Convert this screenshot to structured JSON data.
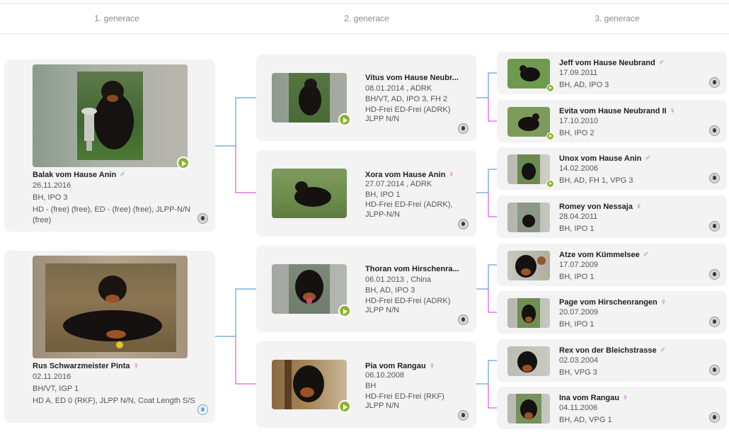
{
  "generations": [
    "1. generace",
    "2. generace",
    "3. generace"
  ],
  "colors": {
    "male": "#3a8fd0",
    "female": "#d13ad8",
    "play": "#8ab42c",
    "card": "#f3f3f3"
  },
  "icons": {
    "play": "play-icon",
    "club": "club-badge-icon",
    "male": "male-symbol-icon",
    "female": "female-symbol-icon"
  },
  "gen1": [
    {
      "name": "Balak vom Hause Anin",
      "sex": "♂",
      "date": "26.11.2016",
      "titles": "BH, IPO 3",
      "health": "HD - (free) (free), ED - (free) (free), JLPP-N/N (free)"
    },
    {
      "name": "Rus Schwarzmeister Pinta",
      "sex": "♀",
      "date": "02.11.2016",
      "titles": "BH/VT, IGP 1",
      "health": "HD A, ED 0 (RKF), JLPP N/N, Coat Length S/S"
    }
  ],
  "gen2": [
    {
      "name": "Vitus vom Hause Neubr...",
      "sex": "",
      "date": "08.01.2014 , ADRK",
      "titles": "BH/VT, AD, IPO 3, FH 2",
      "health": "HD-Frei ED-Frei (ADRK)",
      "jlpp": "JLPP N/N"
    },
    {
      "name": "Xora vom Hause Anin",
      "sex": "♀",
      "date": "27.07.2014 , ADRK",
      "titles": "BH, IPO 1",
      "health": "HD-Frei ED-Frei (ADRK), JLPP-N/N"
    },
    {
      "name": "Thoran vom Hirschenra...",
      "sex": "",
      "date": "06.01.2013 , China",
      "titles": "BH, AD, IPO 3",
      "health": "HD-Frei ED-Frei (ADRK)",
      "jlpp": "JLPP N/N"
    },
    {
      "name": "Pia vom Rangau",
      "sex": "♀",
      "date": "06.10.2008",
      "titles": "BH",
      "health": "HD-Frei ED-Frei (RKF)",
      "jlpp": "JLPP N/N"
    }
  ],
  "gen3": [
    {
      "name": "Jeff vom Hause Neubrand",
      "sex": "♂",
      "date": "17.09.2011",
      "titles": "BH, AD, IPO 3"
    },
    {
      "name": "Evita vom Hause Neubrand II",
      "sex": "♀",
      "date": "17.10.2010",
      "titles": "BH, IPO 2"
    },
    {
      "name": "Unox vom Hause Anin",
      "sex": "♂",
      "date": "14.02.2006",
      "titles": "BH, AD, FH 1, VPG 3"
    },
    {
      "name": "Romey von Nessaja",
      "sex": "♀",
      "date": "28.04.2011",
      "titles": "BH, IPO 1"
    },
    {
      "name": "Atze vom Kümmelsee",
      "sex": "♂",
      "date": "17.07.2009",
      "titles": "BH, IPO 1"
    },
    {
      "name": "Page vom Hirschenrangen",
      "sex": "♀",
      "date": "20.07.2009",
      "titles": "BH, IPO 1"
    },
    {
      "name": "Rex von der Bleichstrasse",
      "sex": "♂",
      "date": "02.03.2004",
      "titles": "BH, VPG 3"
    },
    {
      "name": "Ina vom Rangau",
      "sex": "♀",
      "date": "04.11.2006",
      "titles": "BH, AD, VPG 1"
    }
  ]
}
